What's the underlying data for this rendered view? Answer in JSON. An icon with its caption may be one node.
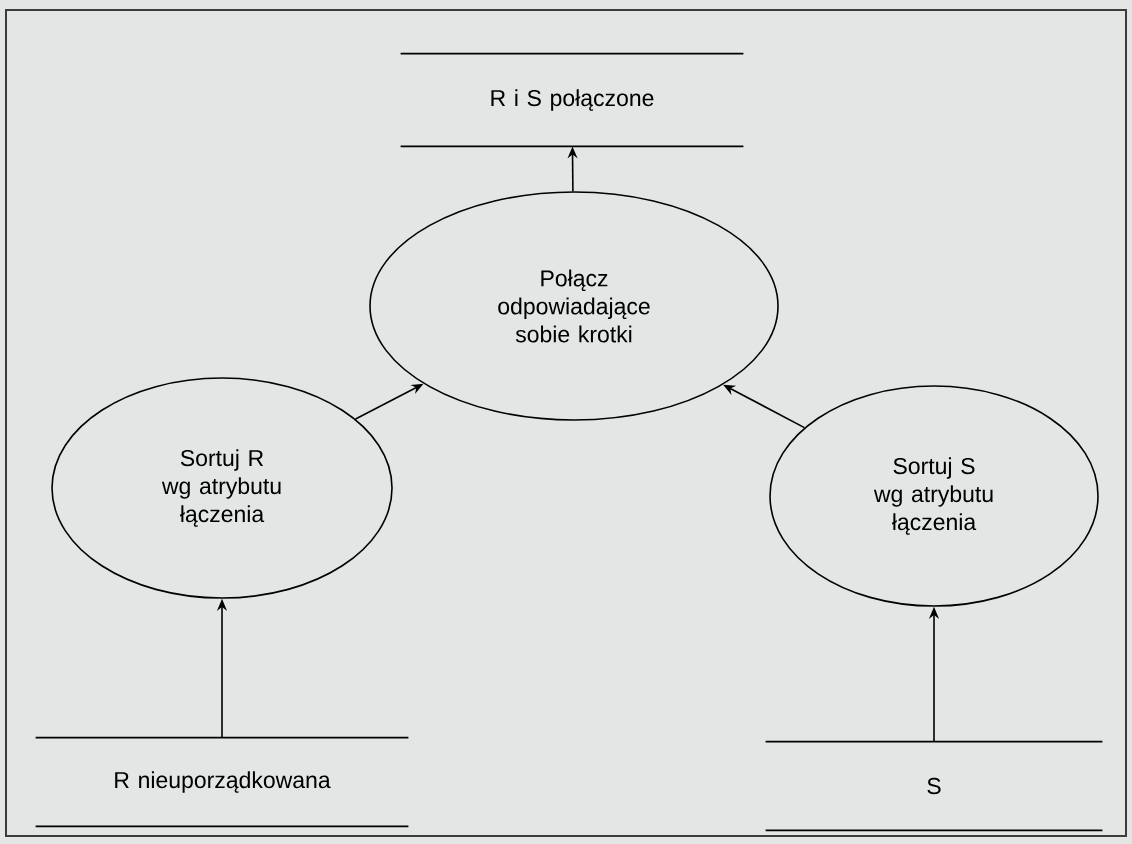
{
  "diagram": {
    "nodes": [
      {
        "text": [
          "R i S połączone"
        ]
      },
      {
        "text": [
          "Połącz odpowiadające sobie krotki"
        ]
      },
      {
        "text": [
          "Sortuj R wg atrybutu łączenia"
        ]
      },
      {
        "text": [
          "Sortuj S wg atrybutu łączenia"
        ]
      },
      {
        "text": [
          "R  nieuporządkowana"
        ]
      },
      {
        "text": [
          "S"
        ]
      }
    ],
    "edges": [
      {
        "from": 1,
        "to": 0,
        "arrow": "to"
      },
      {
        "from": 2,
        "to": 1,
        "arrow": "to"
      },
      {
        "from": 3,
        "to": 1,
        "arrow": "to"
      },
      {
        "from": 4,
        "to": 2,
        "arrow": "to"
      },
      {
        "from": 5,
        "to": 3,
        "arrow": "to"
      }
    ]
  }
}
